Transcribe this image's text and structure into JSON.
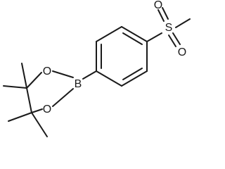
{
  "molecule": {
    "atoms": {
      "sulfur": "S",
      "sulfonyl_oxygen_top": "O",
      "sulfonyl_oxygen_bottom": "O",
      "boron": "B",
      "ring_oxygen_upper": "O",
      "ring_oxygen_lower": "O"
    }
  }
}
